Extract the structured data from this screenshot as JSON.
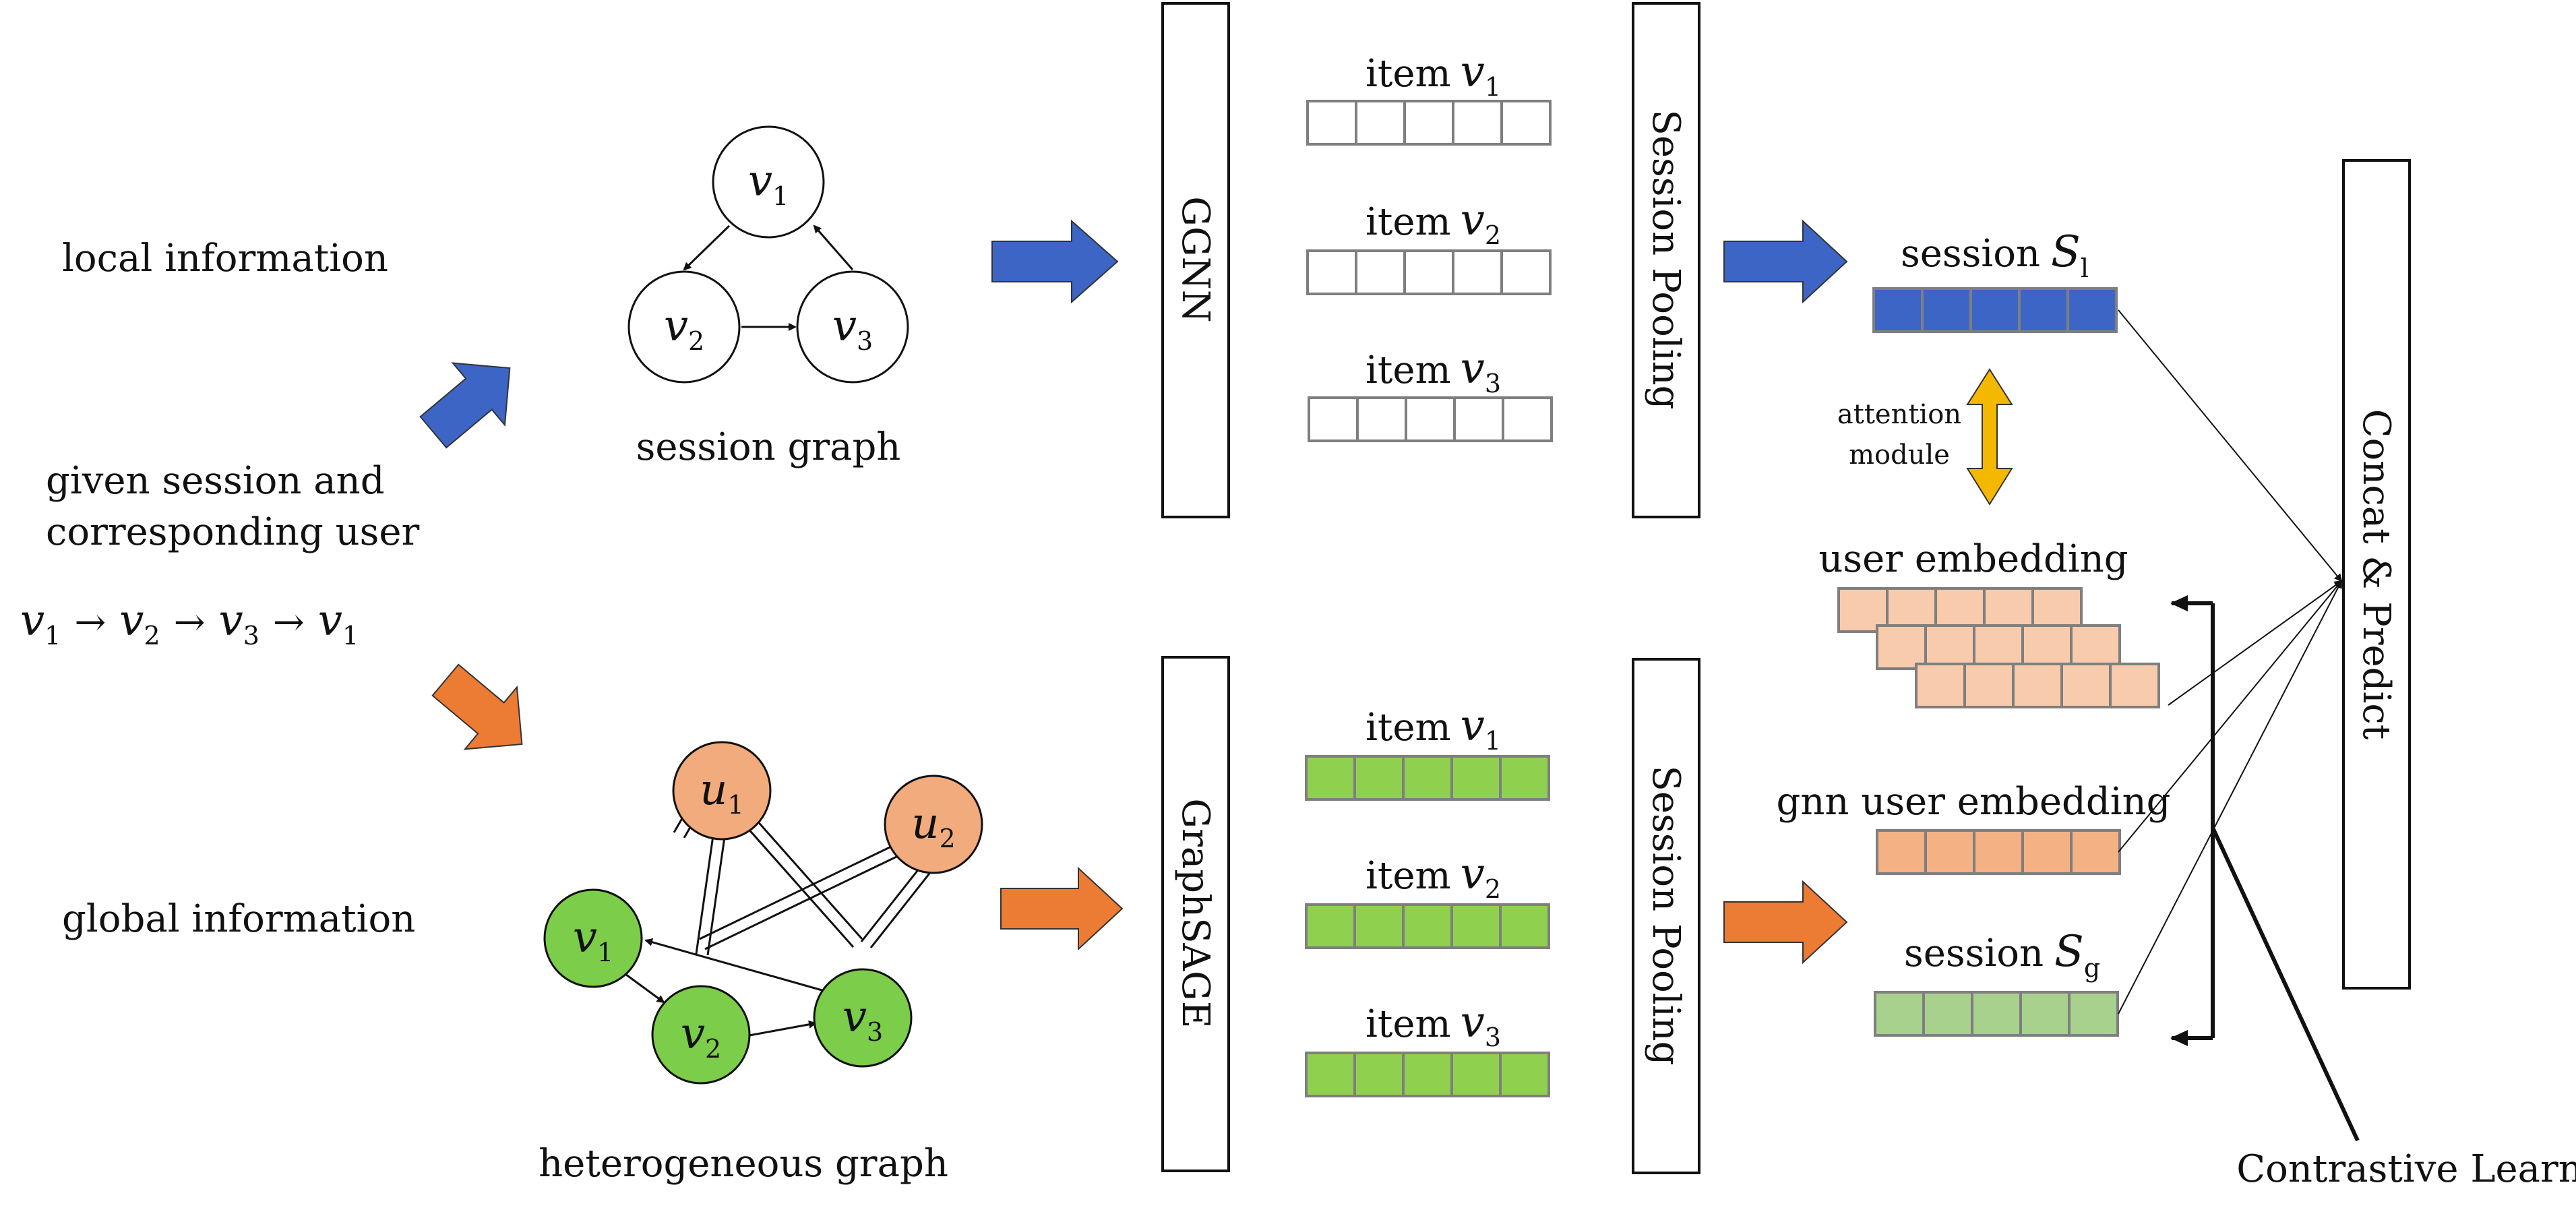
{
  "labels": {
    "local_information": "local information",
    "global_information": "global information",
    "given_session_line1": "given session and",
    "given_session_line2": "corresponding user",
    "session_graph": "session graph",
    "heterogeneous_graph": "heterogeneous graph",
    "ggnn": "GGNN",
    "graphsage": "GraphSAGE",
    "session_pooling": "Session Pooling",
    "concat_predict": "Concat & Predict",
    "attention_line1": "attention",
    "attention_line2": "module",
    "user_embedding": "user embedding",
    "gnn_user_embedding": "gnn user embedding",
    "contrastive_learning": "Contrastive Learning",
    "item_word": "item",
    "session_word": "session"
  },
  "sequence": {
    "v1": "v",
    "s1": "1",
    "arrow": "→",
    "v2": "v",
    "s2": "2",
    "v3": "v",
    "s3": "3",
    "v4": "v",
    "s4": "1"
  },
  "nodes": {
    "v": "v",
    "u": "u",
    "sub1": "1",
    "sub2": "2",
    "sub3": "3"
  },
  "session_symbols": {
    "S": "S",
    "local_sub": "l",
    "global_sub": "g"
  },
  "colors": {
    "blue_arrow": "#3d65c5",
    "orange_arrow": "#ec7b34",
    "session_local_fill": "#3d65c5",
    "item_green": "#8fd14f",
    "user_node": "#f2ab7c",
    "item_node_green": "#7ccd4a",
    "user_embedding_fill": "#f8cbad",
    "gnn_user_embedding_fill": "#f4b183",
    "session_global_fill": "#a9d18e",
    "attention_arrow": "#f5b800",
    "cell_border": "#7f7f7f"
  }
}
